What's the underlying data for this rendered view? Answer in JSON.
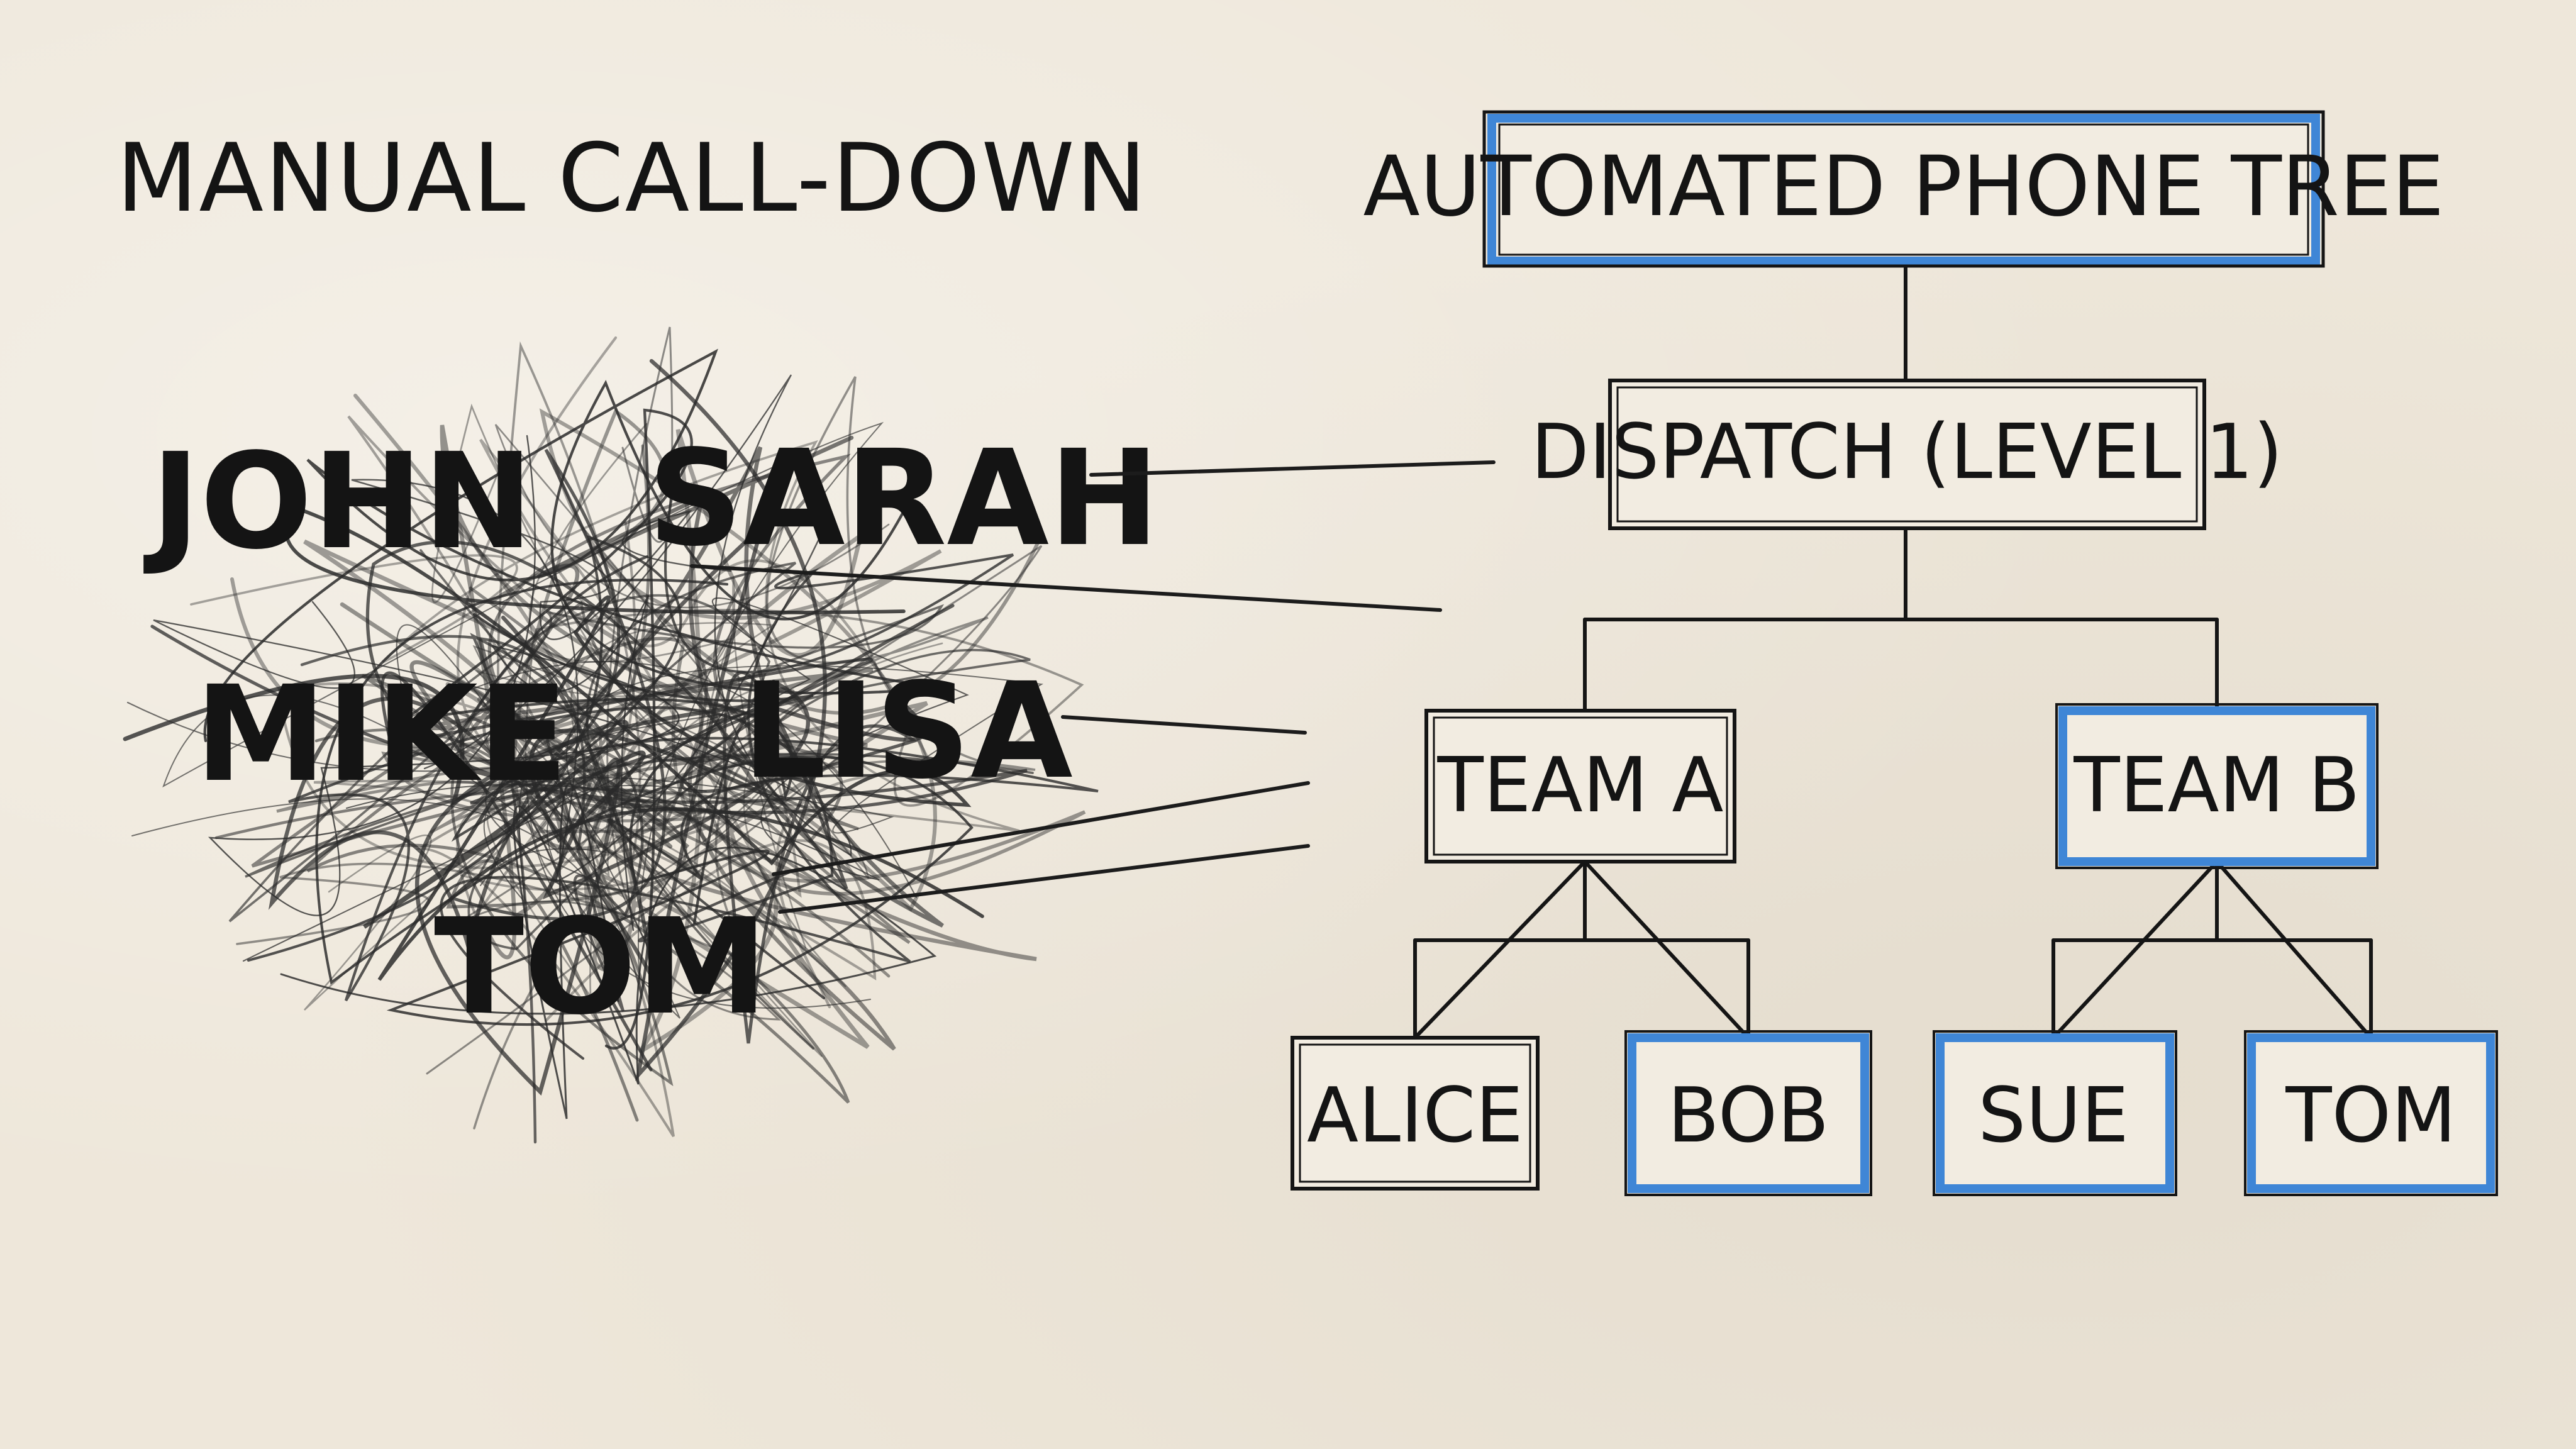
{
  "manual": {
    "title": "MANUAL CALL-DOWN",
    "names": [
      "JOHN",
      "SARAH",
      "MIKE",
      "LISA",
      "TOM"
    ]
  },
  "tree": {
    "title": "AUTOMATED PHONE TREE",
    "dispatch": "DISPATCH (LEVEL 1)",
    "team_a": "TEAM A",
    "team_b": "TEAM B",
    "alice": "ALICE",
    "bob": "BOB",
    "sue": "SUE",
    "tom": "TOM"
  },
  "colors": {
    "ink": "#141414",
    "accent_blue": "#3f86d6",
    "paper": "#eee7da"
  }
}
